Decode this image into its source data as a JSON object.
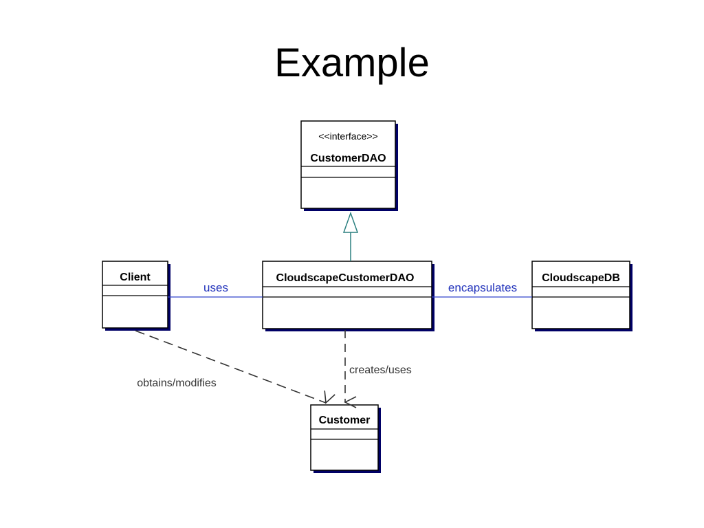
{
  "title": "Example",
  "classes": {
    "customer_dao": {
      "stereotype": "<<interface>>",
      "name": "CustomerDAO"
    },
    "client": {
      "name": "Client"
    },
    "cloudscape_customer_dao": {
      "name": "CloudscapeCustomerDAO"
    },
    "cloudscape_db": {
      "name": "CloudscapeDB"
    },
    "customer": {
      "name": "Customer"
    }
  },
  "relationships": {
    "uses": "uses",
    "encapsulates": "encapsulates",
    "creates_uses": "creates/uses",
    "obtains_modifies": "obtains/modifies"
  },
  "colors": {
    "box_border": "#000000",
    "box_shadow": "#000066",
    "association_line": "#3344cc",
    "association_text": "#2233bb",
    "generalization_line": "#2a7f7f",
    "dependency_line": "#333333"
  }
}
